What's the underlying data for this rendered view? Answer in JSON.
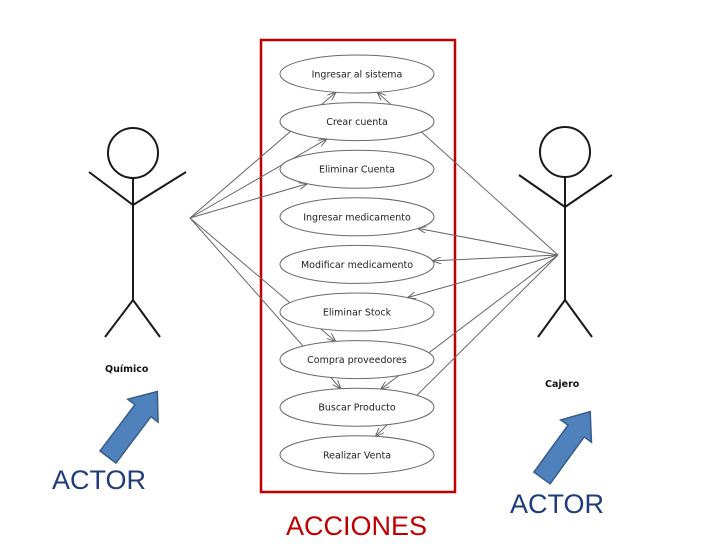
{
  "system": {
    "label": "ACCIONES",
    "border_color": "#c00000"
  },
  "actors": {
    "left": {
      "name": "Químico",
      "callout": "ACTOR"
    },
    "right": {
      "name": "Cajero",
      "callout": "ACTOR"
    }
  },
  "use_cases": [
    {
      "label": "Ingresar al sistema"
    },
    {
      "label": "Crear cuenta"
    },
    {
      "label": "Eliminar Cuenta"
    },
    {
      "label": "Ingresar medicamento"
    },
    {
      "label": "Modificar medicamento"
    },
    {
      "label": "Eliminar Stock"
    },
    {
      "label": "Compra proveedores"
    },
    {
      "label": "Buscar Producto"
    },
    {
      "label": "Realizar Venta"
    }
  ],
  "associations": {
    "left_actor_to": [
      0,
      1,
      2,
      6,
      7
    ],
    "right_actor_to": [
      0,
      3,
      4,
      5,
      7,
      8
    ]
  },
  "colors": {
    "callout_text": "#1f3d7a",
    "system_label": "#c00000",
    "arrow_fill": "#4f81bd",
    "arrow_stroke": "#385d8a",
    "line": "#666666"
  }
}
